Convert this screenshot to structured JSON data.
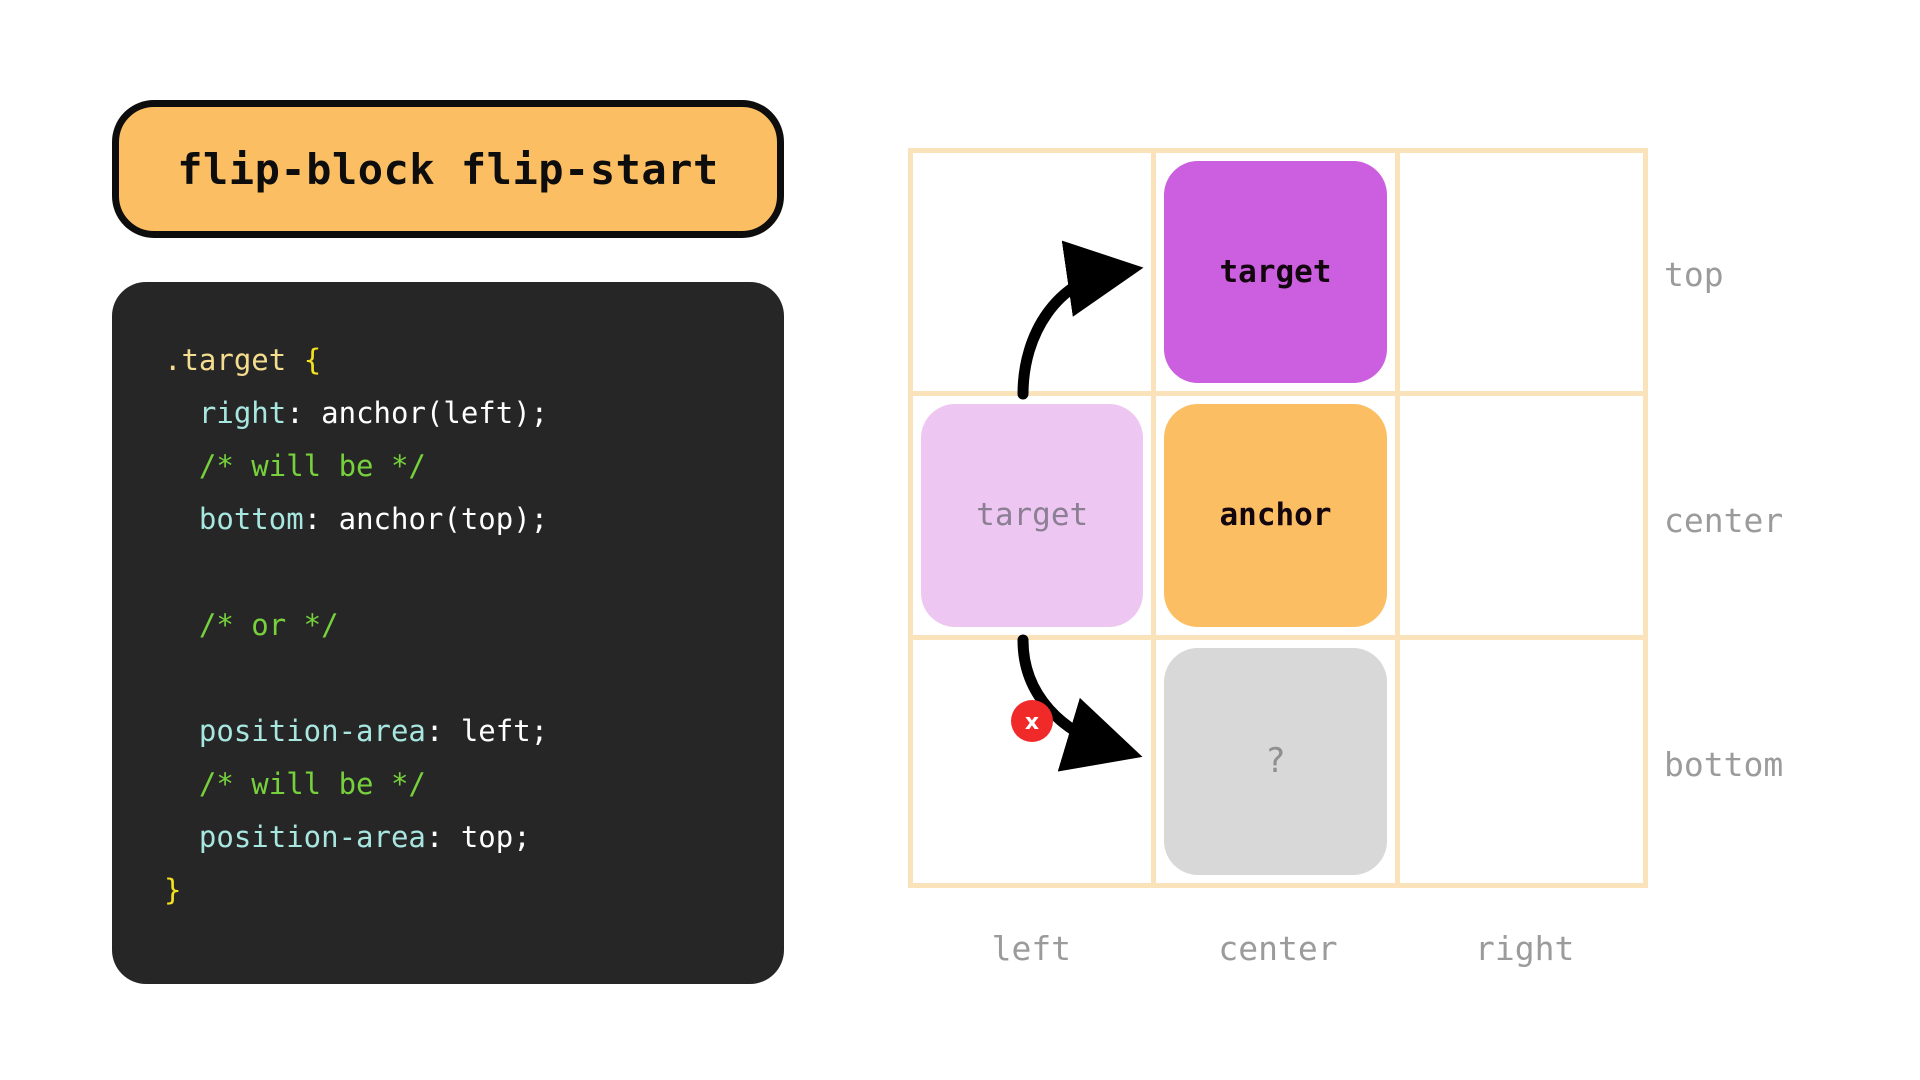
{
  "title_badge": {
    "label": "flip-block flip-start"
  },
  "code_block": {
    "language": "css",
    "lines": [
      {
        "type": "selector",
        "indent": 0,
        "parts": [
          {
            "tok": "selector",
            "text": ".target "
          },
          {
            "tok": "brace",
            "text": "{"
          }
        ]
      },
      {
        "type": "decl",
        "indent": 1,
        "parts": [
          {
            "tok": "prop",
            "text": "right"
          },
          {
            "tok": "val",
            "text": ": anchor(left);"
          }
        ]
      },
      {
        "type": "comment",
        "indent": 1,
        "parts": [
          {
            "tok": "comment",
            "text": "/* will be */"
          }
        ]
      },
      {
        "type": "decl",
        "indent": 1,
        "parts": [
          {
            "tok": "prop",
            "text": "bottom"
          },
          {
            "tok": "val",
            "text": ": anchor(top);"
          }
        ]
      },
      {
        "type": "blank",
        "indent": 0,
        "parts": [
          {
            "tok": "val",
            "text": " "
          }
        ]
      },
      {
        "type": "comment",
        "indent": 1,
        "parts": [
          {
            "tok": "comment",
            "text": "/* or */"
          }
        ]
      },
      {
        "type": "blank",
        "indent": 0,
        "parts": [
          {
            "tok": "val",
            "text": " "
          }
        ]
      },
      {
        "type": "decl",
        "indent": 1,
        "parts": [
          {
            "tok": "prop",
            "text": "position-area"
          },
          {
            "tok": "val",
            "text": ": left;"
          }
        ]
      },
      {
        "type": "comment",
        "indent": 1,
        "parts": [
          {
            "tok": "comment",
            "text": "/* will be */"
          }
        ]
      },
      {
        "type": "decl",
        "indent": 1,
        "parts": [
          {
            "tok": "prop",
            "text": "position-area"
          },
          {
            "tok": "val",
            "text": ": top;"
          }
        ]
      },
      {
        "type": "brace",
        "indent": 0,
        "parts": [
          {
            "tok": "brace",
            "text": "}"
          }
        ]
      }
    ]
  },
  "diagram": {
    "row_labels": [
      "top",
      "center",
      "bottom"
    ],
    "col_labels": [
      "left",
      "center",
      "right"
    ],
    "cells": [
      {
        "row": 0,
        "col": 0,
        "kind": "empty",
        "label": ""
      },
      {
        "row": 0,
        "col": 1,
        "kind": "target-new",
        "label": "target"
      },
      {
        "row": 0,
        "col": 2,
        "kind": "empty",
        "label": ""
      },
      {
        "row": 1,
        "col": 0,
        "kind": "target-old",
        "label": "target"
      },
      {
        "row": 1,
        "col": 1,
        "kind": "anchor",
        "label": "anchor"
      },
      {
        "row": 1,
        "col": 2,
        "kind": "empty",
        "label": ""
      },
      {
        "row": 2,
        "col": 0,
        "kind": "empty",
        "label": ""
      },
      {
        "row": 2,
        "col": 1,
        "kind": "question",
        "label": "?"
      },
      {
        "row": 2,
        "col": 2,
        "kind": "empty",
        "label": ""
      }
    ],
    "badges": [
      {
        "name": "rejected-marker",
        "label": "x"
      }
    ]
  },
  "colors": {
    "badge_bg": "#fbbe62",
    "badge_border": "#0d0d0d",
    "code_bg": "#262626",
    "grid_line": "#fae2bb",
    "target_new": "#cc5ee0",
    "target_old": "#eec6f2",
    "anchor": "#fbbe62",
    "question": "#d8d8d8",
    "label_gray": "#9b9b9b",
    "arrow": "#000000",
    "x_badge": "#f02929",
    "syntax_selector": "#f5dd8f",
    "syntax_brace": "#f2e11f",
    "syntax_prop": "#a8e6e0",
    "syntax_value": "#ffffff",
    "syntax_comment": "#76d13c"
  }
}
